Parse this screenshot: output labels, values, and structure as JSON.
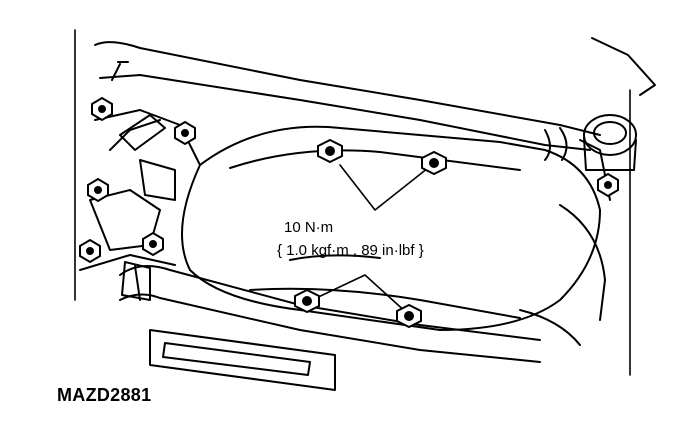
{
  "callout": {
    "torque_primary": "10 N·m",
    "torque_secondary": "{ 1.0 kgf·m , 89 in·lbf }"
  },
  "figure": {
    "id": "MAZD2881"
  },
  "bolts_indicated": 4
}
